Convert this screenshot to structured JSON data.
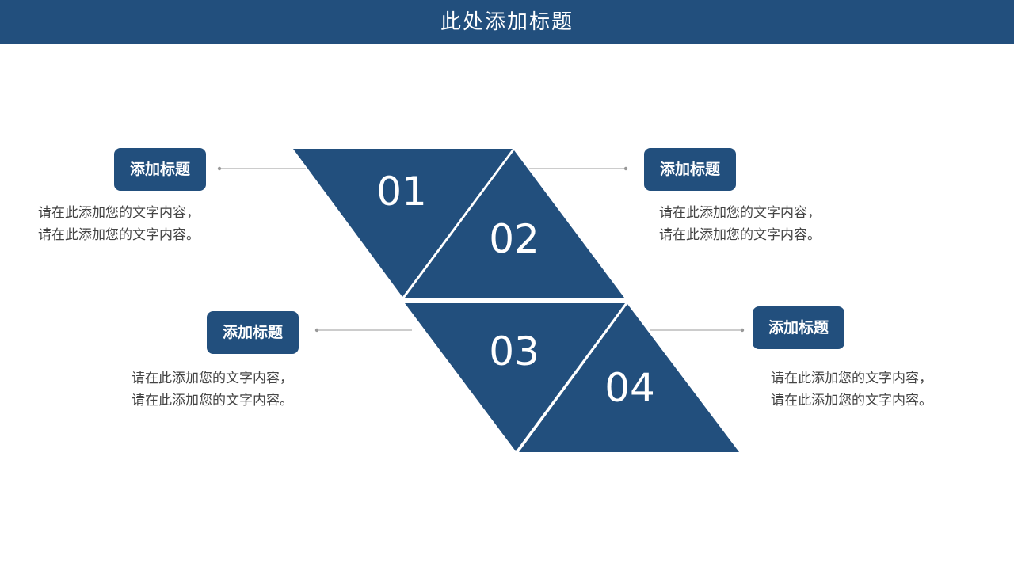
{
  "header": {
    "title": "此处添加标题"
  },
  "colors": {
    "primary": "#224f7d",
    "connector": "#999999",
    "text": "#444444"
  },
  "items": [
    {
      "number": "01",
      "title": "添加标题",
      "line1": "请在此添加您的文字内容，",
      "line2": "请在此添加您的文字内容。"
    },
    {
      "number": "02",
      "title": "添加标题",
      "line1": "请在此添加您的文字内容，",
      "line2": "请在此添加您的文字内容。"
    },
    {
      "number": "03",
      "title": "添加标题",
      "line1": "请在此添加您的文字内容，",
      "line2": "请在此添加您的文字内容。"
    },
    {
      "number": "04",
      "title": "添加标题",
      "line1": "请在此添加您的文字内容，",
      "line2": "请在此添加您的文字内容。"
    }
  ]
}
